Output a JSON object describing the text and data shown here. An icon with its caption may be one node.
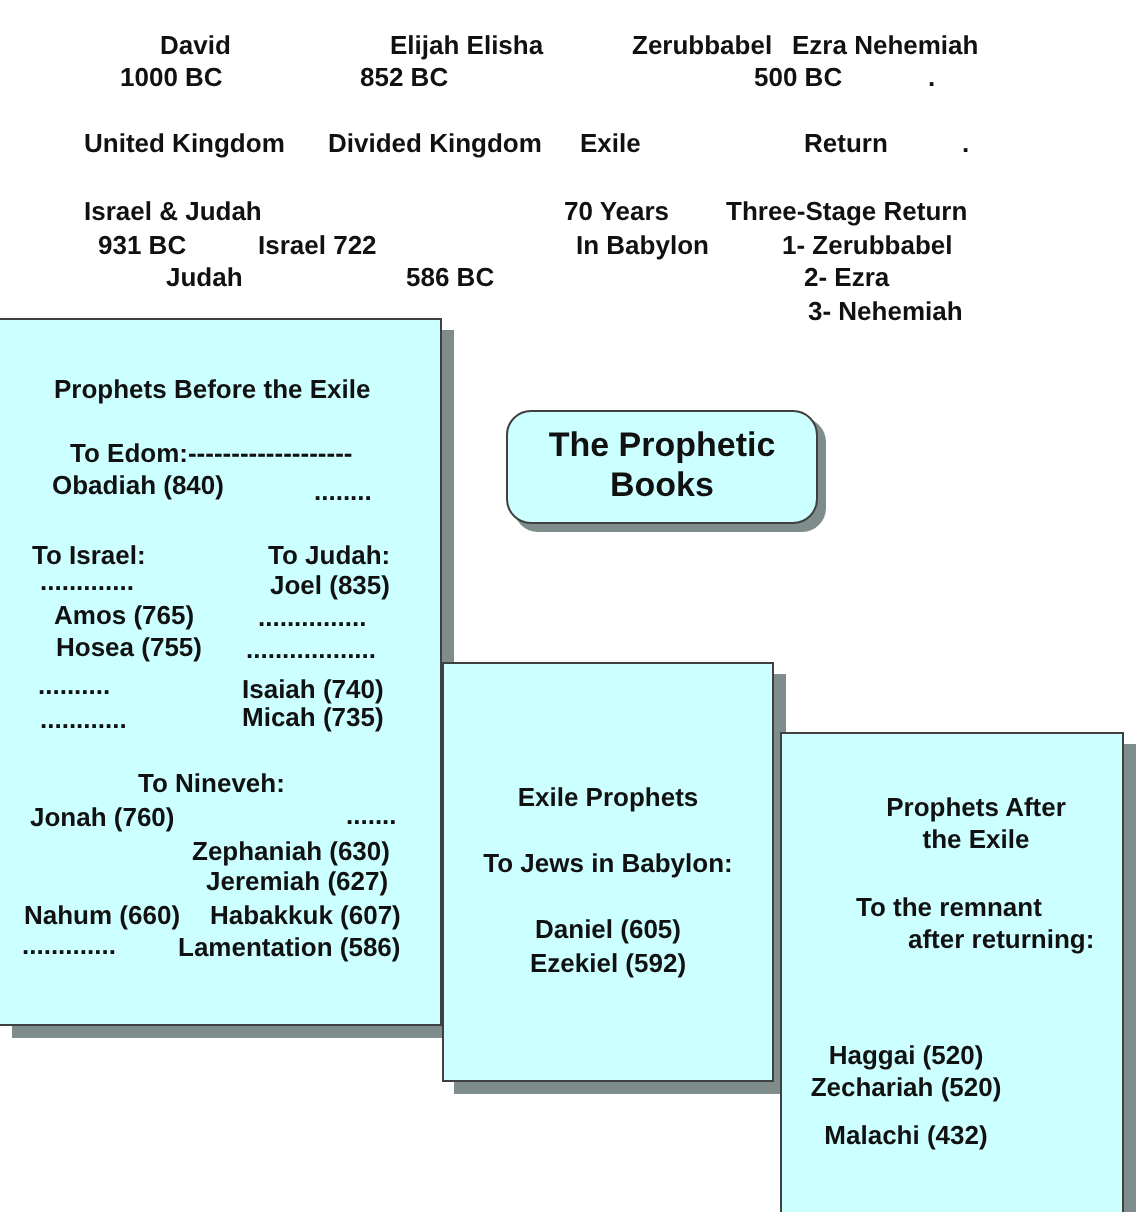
{
  "diagram": {
    "nodes": [
      {
        "text": [
          "Prophets Before the Exile",
          "To Edom:-------------------",
          "Obadiah (840)",
          "........",
          "To Israel:",
          "To Judah:",
          ".............",
          "Joel (835)",
          "Amos (765)",
          "...............",
          "Hosea (755)",
          "..................",
          "..........",
          "Isaiah (740)",
          "............",
          "Micah (735)",
          "To Nineveh:",
          "Jonah (760)",
          ".......",
          "Zephaniah (630)",
          "Jeremiah (627)",
          "Nahum (660)",
          "Habakkuk (607)",
          ".............",
          "Lamentation (586)"
        ]
      },
      {
        "text": [
          "The Prophetic Books"
        ]
      },
      {
        "text": [
          "Exile Prophets",
          "To Jews in Babylon:",
          "Daniel (605)",
          "Ezekiel (592)"
        ]
      },
      {
        "text": [
          "Prophets After the Exile",
          "To the remnant after returning:",
          "Haggai (520)",
          "Zechariah (520)",
          "Malachi (432)"
        ]
      }
    ],
    "labels": [
      "David",
      "Elijah Elisha",
      "Zerubbabel",
      "Ezra Nehemiah",
      "1000 BC",
      "852 BC",
      "500 BC",
      ".",
      "United Kingdom",
      "Divided Kingdom",
      "Exile",
      "Return",
      ".",
      "Israel & Judah",
      "70 Years",
      "Three-Stage Return",
      "931 BC",
      "Israel 722",
      "In Babylon",
      "1- Zerubbabel",
      "Judah",
      "586 BC",
      "2- Ezra",
      "3- Nehemiah"
    ]
  }
}
